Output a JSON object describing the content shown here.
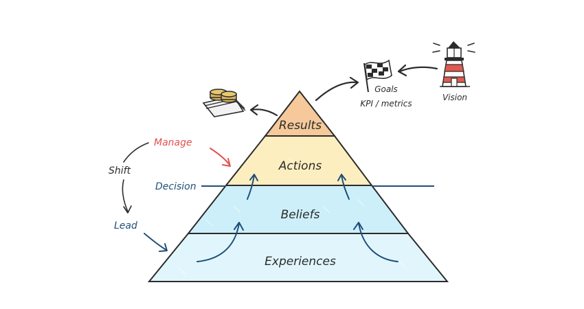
{
  "pyramid": {
    "layers": [
      {
        "label": "Results",
        "color": "#f5c99a"
      },
      {
        "label": "Actions",
        "color": "#fdeec0"
      },
      {
        "label": "Beliefs",
        "color": "#cdeffa"
      },
      {
        "label": "Experiences",
        "color": "#e1f6fc"
      }
    ]
  },
  "left_cycle": {
    "manage": "Manage",
    "shift": "Shift",
    "lead": "Lead",
    "decision": "Decision"
  },
  "top_right": {
    "goals": "Goals",
    "kpi": "KPI / metrics",
    "vision": "Vision"
  },
  "colors": {
    "manage": "#e0504f",
    "decision_line": "#1f4e79",
    "lighthouse_red": "#e05a4f",
    "coins": "#d9b55b"
  },
  "icons": [
    "money-icon",
    "checkered-flag-icon",
    "lighthouse-icon"
  ]
}
